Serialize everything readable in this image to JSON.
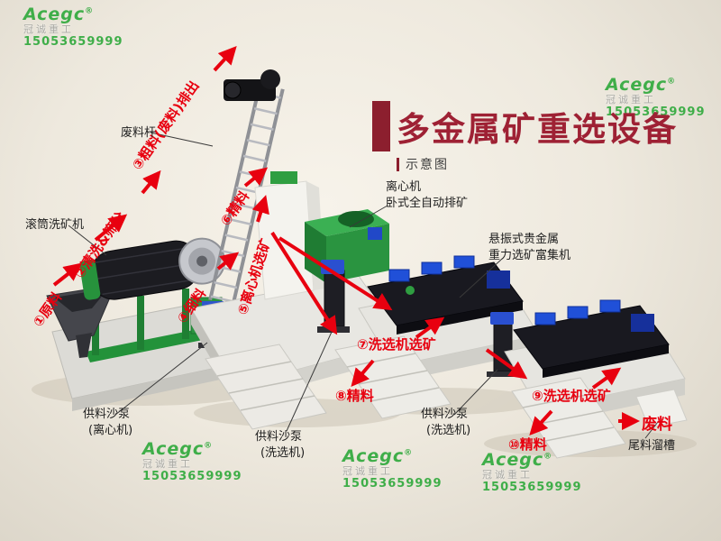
{
  "title": {
    "main": "多金属矿重选设备",
    "subtitle": "示意图"
  },
  "watermark": {
    "brand": "Acegc",
    "reg": "®",
    "company": "冠诚重工",
    "phone": "15053659999"
  },
  "flow": {
    "step1": "①原料",
    "step2": "②清洗&筛分",
    "step3": "③粗料(废料)排出",
    "step4": "④细料",
    "step5": "⑤离心机选矿",
    "step6": "⑥精料",
    "step7": "⑦洗选机选矿",
    "step8": "⑧精料",
    "step9": "⑨洗选机选矿",
    "step10": "⑩精料",
    "waste_out": "废料"
  },
  "labels": {
    "waste_rod": "废料杆",
    "drum_washer": "滚筒洗矿机",
    "centrifuge": [
      "离心机",
      "卧式全自动排矿"
    ],
    "shaker": [
      "悬振式贵金属",
      "重力选矿富集机"
    ],
    "pump_centrifuge": [
      "供料沙泵",
      "(离心机)"
    ],
    "pump_washer_1": [
      "供料沙泵",
      "(洗选机)"
    ],
    "pump_washer_2": [
      "供料沙泵",
      "(洗选机)"
    ],
    "tailings_chute": "尾料溜槽"
  },
  "colors": {
    "title_red": "#9e2134",
    "arrow_red": "#e8000f",
    "machine_green": "#2a9440",
    "watermark_green": "#3fae49"
  }
}
